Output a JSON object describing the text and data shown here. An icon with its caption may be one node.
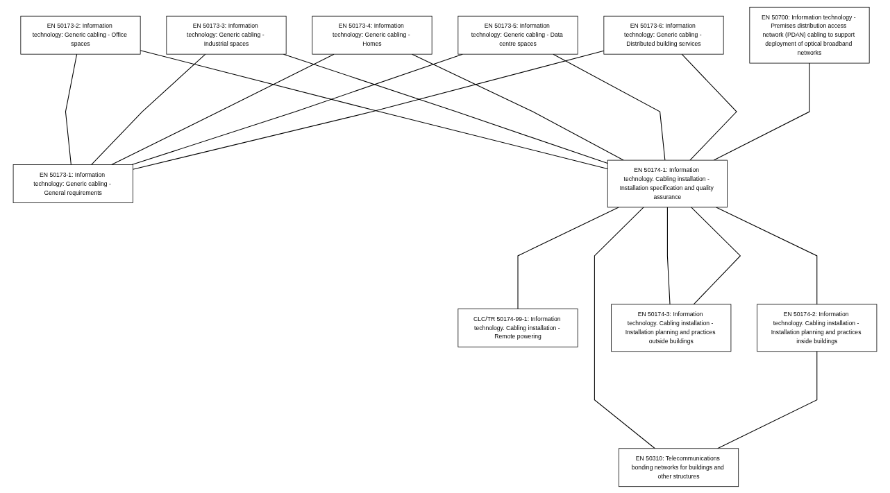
{
  "diagram": {
    "nodes": [
      {
        "text": [
          "EN 50173-2: Information technology: Generic cabling - Office spaces"
        ]
      },
      {
        "text": [
          "EN 50700: Information technology - Premises distribution access network (PDAN) cabling to support deployment of optical broadband networks"
        ]
      },
      {
        "text": [
          "EN 50173-3: Information technology: Generic cabling - Industrial spaces"
        ]
      },
      {
        "text": [
          "EN 50173-1: Information technology: Generic cabling - General requirements"
        ]
      },
      {
        "text": [
          "EN 50173-4: Information technology: Generic cabling - Homes"
        ]
      },
      {
        "text": [
          "EN 50173-5: Information technology: Generic cabling - Data centre spaces"
        ]
      },
      {
        "text": [
          "EN 50173-6: Information technology: Generic cabling - Distributed building services"
        ]
      },
      {
        "text": [
          "EN 50174-1: Information technology. Cabling installation - Installation specification and quality assurance"
        ]
      },
      {
        "text": [
          "CLC/TR 50174-99-1: Information technology. Cabling installation - Remote powering"
        ]
      },
      {
        "text": [
          "EN 50174-2: Information technology. Cabling installation - Installation planning and practices inside buildings"
        ]
      },
      {
        "text": [
          "EN 50310: Telecommunications bonding networks for buildings and other structures"
        ]
      },
      {
        "text": [
          "EN 50174-3: Information technology. Cabling installation - Installation planning and practices outside buildings"
        ]
      }
    ],
    "edges": [
      {
        "from": 0,
        "to": 3,
        "arrow": "none"
      },
      {
        "from": 2,
        "to": 3,
        "arrow": "none"
      },
      {
        "from": 4,
        "to": 3,
        "arrow": "none"
      },
      {
        "from": 5,
        "to": 3,
        "arrow": "none"
      },
      {
        "from": 6,
        "to": 3,
        "arrow": "none"
      },
      {
        "from": 0,
        "to": 7,
        "arrow": "none"
      },
      {
        "from": 2,
        "to": 7,
        "arrow": "none"
      },
      {
        "from": 4,
        "to": 7,
        "arrow": "none"
      },
      {
        "from": 5,
        "to": 7,
        "arrow": "none"
      },
      {
        "from": 6,
        "to": 7,
        "arrow": "none"
      },
      {
        "from": 1,
        "to": 7,
        "arrow": "none"
      },
      {
        "from": 7,
        "to": 8,
        "arrow": "none"
      },
      {
        "from": 7,
        "to": 10,
        "arrow": "none"
      },
      {
        "from": 7,
        "to": 11,
        "arrow": "none"
      },
      {
        "from": 9,
        "to": 10,
        "arrow": "none"
      },
      {
        "from": 7,
        "to": 9,
        "arrow": "none"
      },
      {
        "from": 7,
        "to": 11,
        "arrow": "none"
      }
    ]
  }
}
